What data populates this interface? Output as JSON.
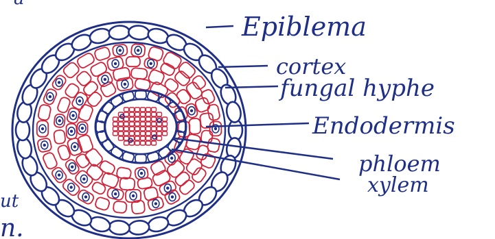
{
  "labels": {
    "epiblema": "Epiblema",
    "cortex": "cortex",
    "fungal_hyphae": "fungal hyphe",
    "endodermis": "Endodermis",
    "phloem": "phloem",
    "xylem": "xylem"
  },
  "fragments": {
    "top_left": "a",
    "left_lower": "ut",
    "bottom_left": "n."
  },
  "colors": {
    "ink_blue": "#1f2f86",
    "ink_red": "#d0233a",
    "paper": "#ffffff"
  }
}
